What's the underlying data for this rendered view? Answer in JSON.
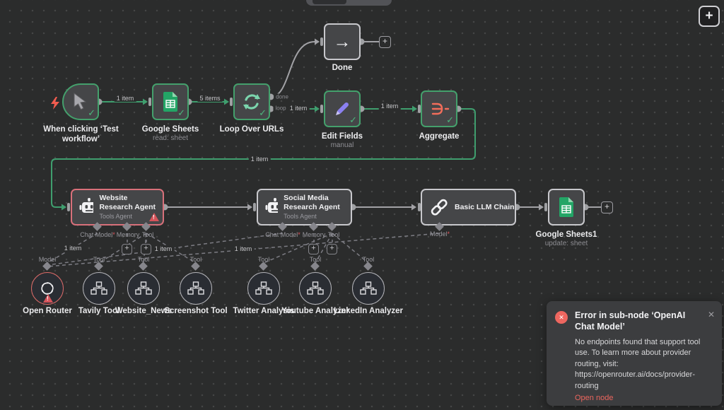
{
  "icons": {
    "check": "✓",
    "plus": "+",
    "arrow": "→",
    "close": "✕",
    "warning": "!"
  },
  "misc": {
    "required_marker": "*"
  },
  "header": {
    "add_node": "+"
  },
  "edges": {
    "trigger_sheets": "1 item",
    "sheets_loop": "5 items",
    "loop_done_port": "done",
    "loop_loop_port": "loop",
    "loop_edit": "1 item",
    "edit_aggregate": "1 item",
    "aggregate_agent": "1 item",
    "website_chatmodel": "1 item",
    "social_chatmodel": "1 item",
    "llm_model": "1 item"
  },
  "nodes": {
    "trigger": {
      "title": "When clicking ‘Test workflow’"
    },
    "google_sheets": {
      "title": "Google Sheets",
      "subtitle": "read: sheet"
    },
    "loop": {
      "title": "Loop Over URLs"
    },
    "done": {
      "title": "Done"
    },
    "edit_fields": {
      "title": "Edit Fields",
      "subtitle": "manual"
    },
    "aggregate": {
      "title": "Aggregate"
    },
    "website_agent": {
      "title": "Website Research Agent",
      "subtitle": "Tools Agent",
      "ports": {
        "chat_model": "Chat Model",
        "memory": "Memory",
        "tool": "Tool"
      }
    },
    "social_agent": {
      "title": "Social Media Research Agent",
      "subtitle": "Tools Agent",
      "ports": {
        "chat_model": "Chat Model",
        "memory": "Memory",
        "tool": "Tool"
      }
    },
    "llm_chain": {
      "title": "Basic LLM Chain",
      "ports": {
        "model": "Model"
      }
    },
    "google_sheets1": {
      "title": "Google Sheets1",
      "subtitle": "update: sheet"
    }
  },
  "subnodes": [
    {
      "title": "Open Router",
      "port": "Model"
    },
    {
      "title": "Tavily Tool",
      "port": "Tool"
    },
    {
      "title": "Website_News",
      "port": "Tool"
    },
    {
      "title": "Screenshot Tool",
      "port": "Tool"
    },
    {
      "title": "Twitter Analysis",
      "port": "Tool"
    },
    {
      "title": "Youtube Analyzer",
      "port": "Tool"
    },
    {
      "title": "LinkedIn Analyzer",
      "port": "Tool"
    }
  ],
  "error_panel": {
    "title": "Error in sub-node ‘OpenAI Chat Model’",
    "message": "No endpoints found that support tool use. To learn more about provider routing, visit: https://openrouter.ai/docs/provider-routing",
    "action": "Open node"
  },
  "colors": {
    "success": "#44a06c",
    "error": "#d8707a",
    "accent": "#ee6760",
    "canvas": "#2b2c2c"
  }
}
